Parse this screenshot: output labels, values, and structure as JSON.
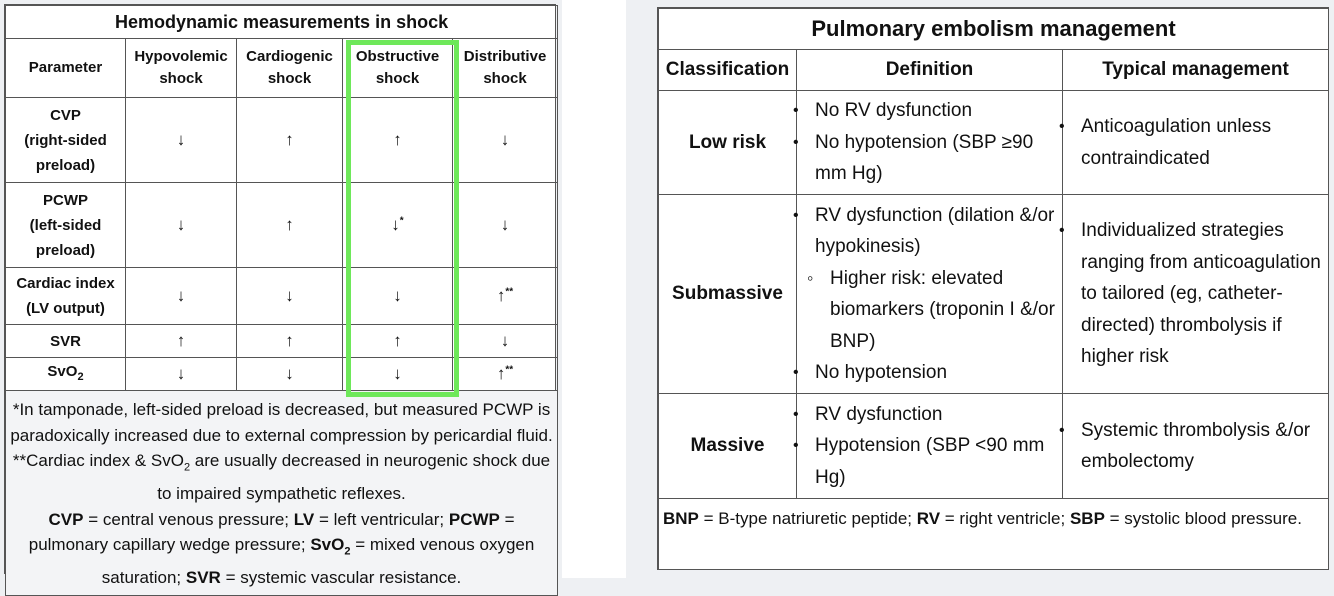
{
  "hemo": {
    "title": "Hemodynamic measurements in shock",
    "headers": [
      [
        "Parameter"
      ],
      [
        "Hypovolemic",
        "shock"
      ],
      [
        "Cardiogenic",
        "shock"
      ],
      [
        "Obstructive",
        "shock"
      ],
      [
        "Distributive",
        "shock"
      ]
    ],
    "rows": [
      {
        "param": [
          "CVP",
          "(right-sided",
          "preload)"
        ],
        "values": [
          "↓",
          "↑",
          "↑",
          "↓"
        ]
      },
      {
        "param": [
          "PCWP",
          "(left-sided",
          "preload)"
        ],
        "values": [
          "↓",
          "↑",
          "↓*",
          "↓"
        ]
      },
      {
        "param": [
          "Cardiac index",
          "(LV output)"
        ],
        "values": [
          "↓",
          "↓",
          "↓",
          "↑**"
        ]
      },
      {
        "param": [
          "SVR"
        ],
        "values": [
          "↑",
          "↑",
          "↑",
          "↓"
        ]
      },
      {
        "param": [
          "SvO2"
        ],
        "values": [
          "↓",
          "↓",
          "↓",
          "↑**"
        ]
      }
    ],
    "footnotes": {
      "f1": "*In tamponade, left-sided preload is decreased, but measured PCWP is paradoxically increased due to external compression by pericardial fluid.",
      "f2_a": "**Cardiac index & SvO",
      "f2_sub": "2",
      "f2_b": " are usually decreased in neurogenic shock due to impaired sympathetic reflexes.",
      "abbr": [
        {
          "term": "CVP",
          "def": " = central venous pressure; "
        },
        {
          "term": "LV",
          "def": " = left ventricular; "
        },
        {
          "term": "PCWP",
          "def": " = pulmonary capillary wedge pressure; "
        },
        {
          "term": "SvO2",
          "def": " = mixed venous oxygen saturation; "
        },
        {
          "term": "SVR",
          "def": " = systemic vascular resistance."
        }
      ]
    },
    "highlight_color": "#6ee85a"
  },
  "pe": {
    "title": "Pulmonary embolism management",
    "headers": [
      "Classification",
      "Definition",
      "Typical management"
    ],
    "rows": [
      {
        "class": "Low risk",
        "definition": [
          {
            "level": 1,
            "text": "No RV dysfunction"
          },
          {
            "level": 1,
            "text": "No hypotension (SBP ≥90 mm Hg)"
          }
        ],
        "management": [
          "Anticoagulation unless contraindicated"
        ]
      },
      {
        "class": "Submassive",
        "definition": [
          {
            "level": 1,
            "text": "RV dysfunction (dilation &/or hypokinesis)"
          },
          {
            "level": 2,
            "text": "Higher risk: elevated biomarkers (troponin I &/or BNP)"
          },
          {
            "level": 1,
            "text": "No hypotension"
          }
        ],
        "management": [
          "Individualized strategies ranging from anticoagulation to tailored (eg, catheter-directed) thrombolysis if higher risk"
        ]
      },
      {
        "class": "Massive",
        "definition": [
          {
            "level": 1,
            "text": "RV dysfunction"
          },
          {
            "level": 1,
            "text": "Hypotension (SBP <90 mm Hg)"
          }
        ],
        "management": [
          "Systemic thrombolysis &/or embolectomy"
        ]
      }
    ],
    "footer": [
      {
        "term": "BNP",
        "def": " = B-type natriuretic peptide; "
      },
      {
        "term": "RV",
        "def": " = right ventricle; "
      },
      {
        "term": "SBP",
        "def": " = systolic blood pressure."
      }
    ]
  }
}
